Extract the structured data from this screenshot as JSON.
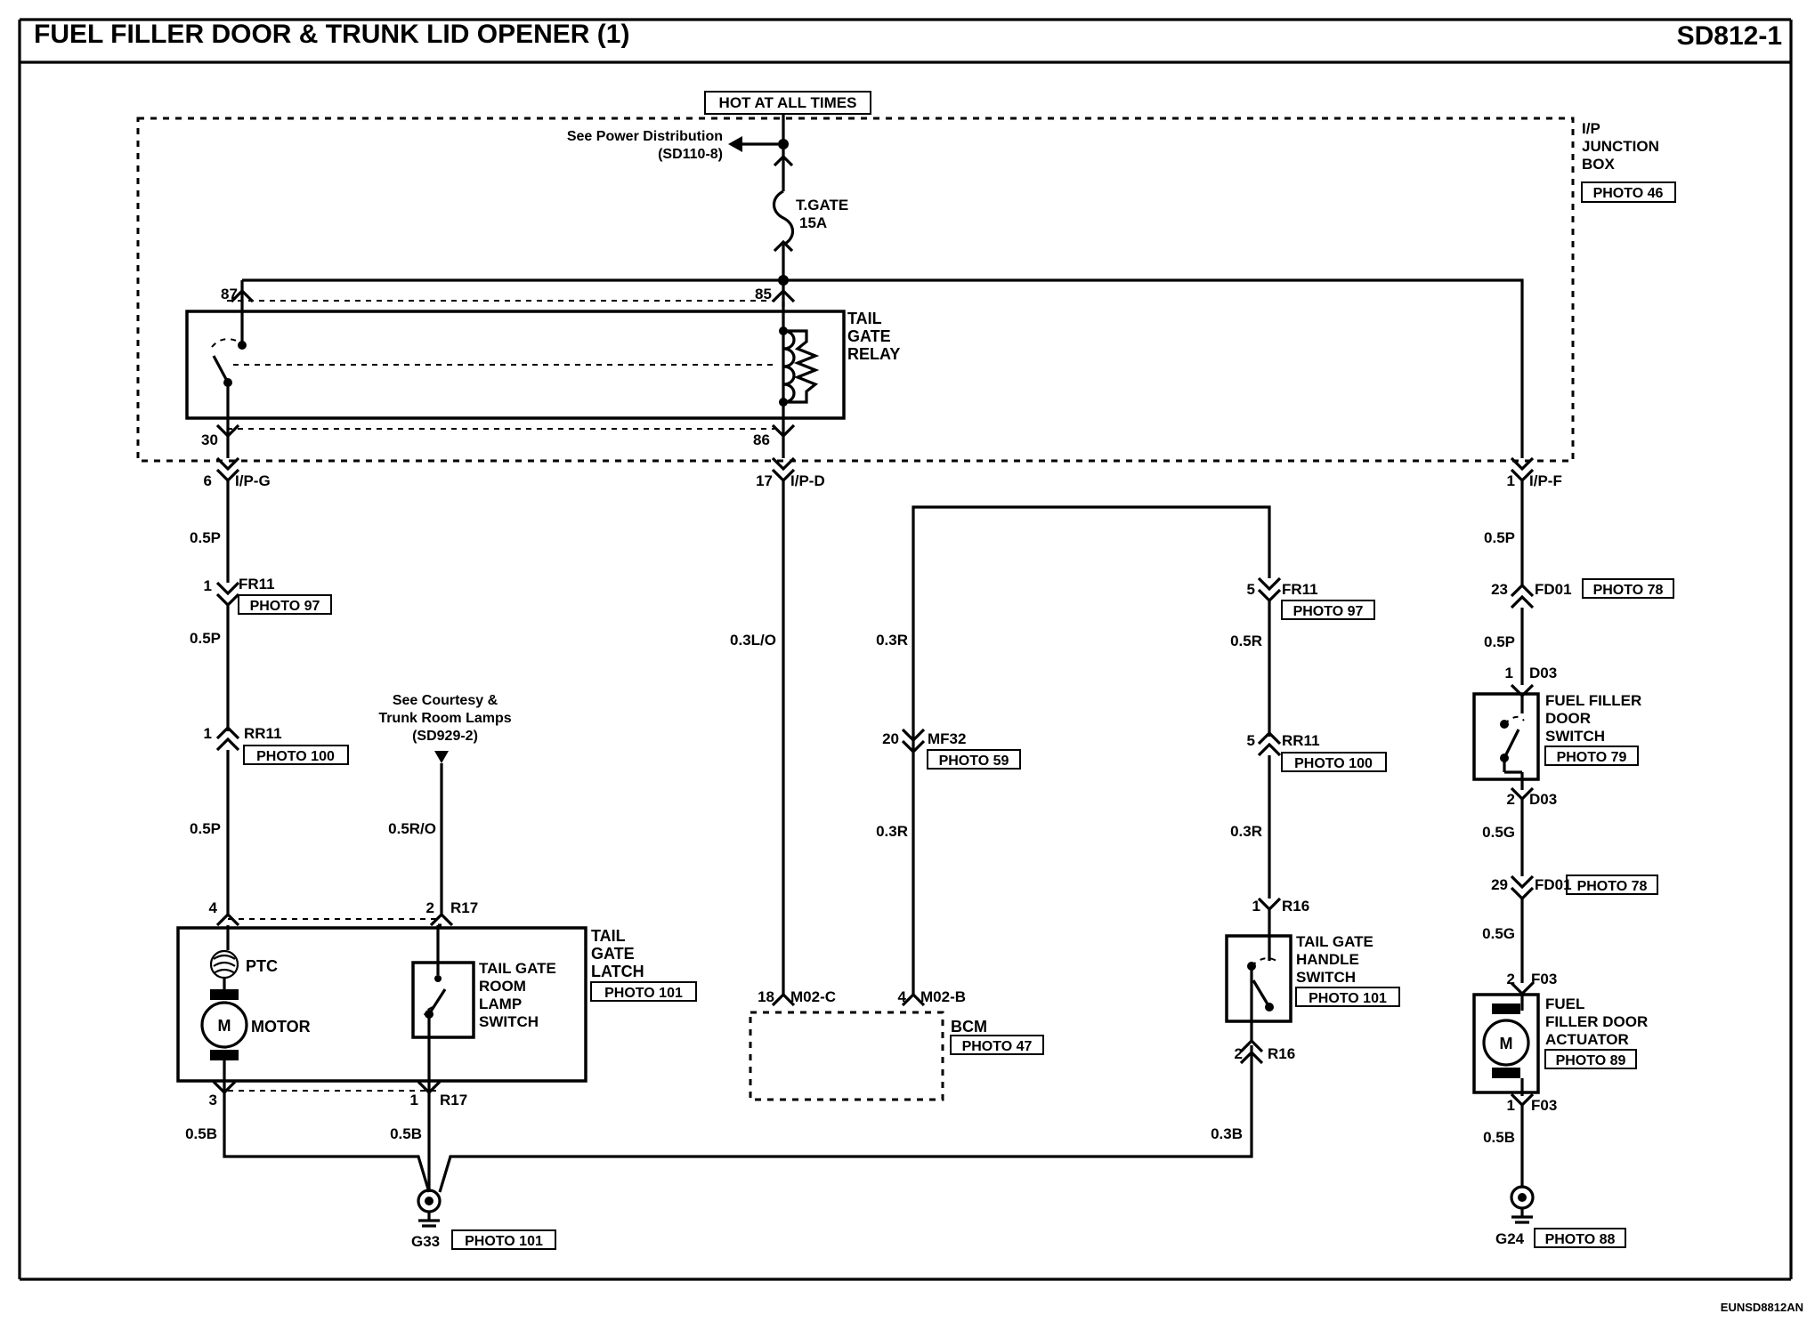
{
  "header": {
    "title": "FUEL FILLER DOOR & TRUNK LID OPENER (1)",
    "code": "SD812-1"
  },
  "footer": {
    "ref": "EUNSD8812AN"
  },
  "power": {
    "hot": "HOT AT ALL TIMES",
    "see1": "See Power Distribution",
    "see2": "(SD110-8)",
    "fuse1": "T.GATE",
    "fuse2": "15A"
  },
  "junction": {
    "l1": "I/P",
    "l2": "JUNCTION",
    "l3": "BOX",
    "photo": "PHOTO 46"
  },
  "relay": {
    "l1": "TAIL",
    "l2": "GATE",
    "l3": "RELAY",
    "p87": "87",
    "p85": "85",
    "p30": "30",
    "p86": "86"
  },
  "connectors": {
    "ipg_pin": "6",
    "ipg": "I/P-G",
    "ipd_pin": "17",
    "ipd": "I/P-D",
    "ipf_pin": "1",
    "ipf": "I/P-F",
    "fr11a_pin": "1",
    "fr11a": "FR11",
    "fr11a_photo": "PHOTO 97",
    "rr11a_pin": "1",
    "rr11a": "RR11",
    "rr11a_photo": "PHOTO 100",
    "fr11b_pin": "5",
    "fr11b": "FR11",
    "fr11b_photo": "PHOTO 97",
    "rr11b_pin": "5",
    "rr11b": "RR11",
    "rr11b_photo": "PHOTO 100",
    "mf32_pin": "20",
    "mf32": "MF32",
    "mf32_photo": "PHOTO 59",
    "fd01a_pin": "23",
    "fd01a": "FD01",
    "fd01a_photo": "PHOTO 78",
    "d03a_pin": "1",
    "d03a": "D03",
    "d03b_pin": "2",
    "d03b": "D03",
    "fd01b_pin": "29",
    "fd01b": "FD01",
    "fd01b_photo": "PHOTO 78",
    "f03a_pin": "2",
    "f03a": "F03",
    "f03b_pin": "1",
    "f03b": "F03",
    "r17a_pin": "2",
    "r17a": "R17",
    "r17b_pin": "1",
    "r17b": "R17",
    "latch4": "4",
    "latch3": "3",
    "r16a_pin": "1",
    "r16a": "R16",
    "r16b_pin": "2",
    "r16b": "R16",
    "m02c_pin": "18",
    "m02c": "M02-C",
    "m02b_pin": "4",
    "m02b": "M02-B"
  },
  "wires": {
    "w1": "0.5P",
    "w2": "0.5P",
    "w3": "0.5P",
    "w4": "0.3L/O",
    "w5": "0.3R",
    "w6": "0.3R",
    "w7": "0.5R",
    "w8": "0.3R",
    "w9": "0.5P",
    "w10": "0.5P",
    "w11": "0.5G",
    "w12": "0.5G",
    "w13": "0.5B",
    "w14": "0.5R/O",
    "w15": "0.5B",
    "w16": "0.5B",
    "w17": "0.3B"
  },
  "courtesy": {
    "l1": "See Courtesy &",
    "l2": "Trunk Room Lamps",
    "l3": "(SD929-2)"
  },
  "latch": {
    "l1": "TAIL",
    "l2": "GATE",
    "l3": "LATCH",
    "photo": "PHOTO 101",
    "ptc": "PTC",
    "motor": "MOTOR",
    "m": "M"
  },
  "roomsw": {
    "l1": "TAIL GATE",
    "l2": "ROOM",
    "l3": "LAMP",
    "l4": "SWITCH"
  },
  "handle": {
    "l1": "TAIL GATE",
    "l2": "HANDLE",
    "l3": "SWITCH",
    "photo": "PHOTO 101"
  },
  "bcm": {
    "label": "BCM",
    "photo": "PHOTO 47"
  },
  "fuelsw": {
    "l1": "FUEL FILLER",
    "l2": "DOOR",
    "l3": "SWITCH",
    "photo": "PHOTO 79"
  },
  "actuator": {
    "l1": "FUEL",
    "l2": "FILLER DOOR",
    "l3": "ACTUATOR",
    "photo": "PHOTO 89",
    "m": "M"
  },
  "grounds": {
    "g33": "G33",
    "g33_photo": "PHOTO 101",
    "g24": "G24",
    "g24_photo": "PHOTO 88"
  }
}
